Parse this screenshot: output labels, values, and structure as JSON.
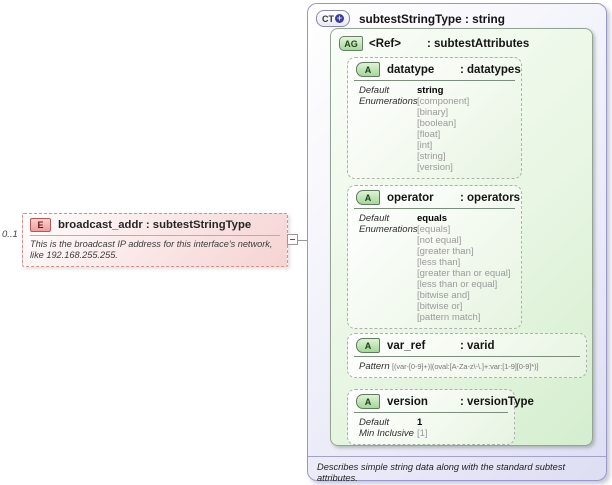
{
  "element": {
    "cardinality": "0..1",
    "badge": "E",
    "title": "broadcast_addr : subtestStringType",
    "description": "This is the broadcast IP address for this interface's network, like 192.168.255.255."
  },
  "complex_type": {
    "badge": "CT",
    "plus_icon": "+",
    "title": "subtestStringType : string",
    "note": "Describes simple string data along with the standard subtest attributes.",
    "attribute_group": {
      "badge": "AG",
      "name": "<Ref>",
      "type_label": ": subtestAttributes",
      "attributes": [
        {
          "badge": "A",
          "name": "datatype",
          "type_label": ": datatypes",
          "rows": [
            {
              "label": "Default",
              "style": "bold",
              "values": [
                "string"
              ]
            },
            {
              "label": "Enumerations",
              "style": "muted",
              "values": [
                "[component]",
                "[binary]",
                "[boolean]",
                "[float]",
                "[int]",
                "[string]",
                "[version]"
              ]
            }
          ]
        },
        {
          "badge": "A",
          "name": "operator",
          "type_label": ": operators",
          "rows": [
            {
              "label": "Default",
              "style": "bold",
              "values": [
                "equals"
              ]
            },
            {
              "label": "Enumerations",
              "style": "muted",
              "values": [
                "[equals]",
                "[not equal]",
                "[greater than]",
                "[less than]",
                "[greater than or equal]",
                "[less than or equal]",
                "[bitwise and]",
                "[bitwise or]",
                "[pattern match]"
              ]
            }
          ]
        },
        {
          "badge": "A",
          "name": "var_ref",
          "type_label": ": varid",
          "rows": [
            {
              "label": "Pattern",
              "style": "pattern",
              "values": [
                "[(var-[0-9]+)|(oval:[A-Za-z\\-\\.]+:var:[1-9][0-9]*)]"
              ]
            }
          ]
        },
        {
          "badge": "A",
          "name": "version",
          "type_label": ": versionType",
          "rows": [
            {
              "label": "Default",
              "style": "bold",
              "values": [
                "1"
              ]
            },
            {
              "label": "Min Inclusive",
              "style": "muted",
              "values": [
                "[1]"
              ]
            }
          ]
        }
      ]
    }
  },
  "colors": {
    "element_pink": "#f6d3d3",
    "element_border": "#cf9090",
    "complex_type_lavender": "#dedef4",
    "complex_type_border": "#9898c8",
    "group_green": "#d5eecf",
    "badge_green": "#a5d79a",
    "connector_gray": "#9a9a9a"
  }
}
